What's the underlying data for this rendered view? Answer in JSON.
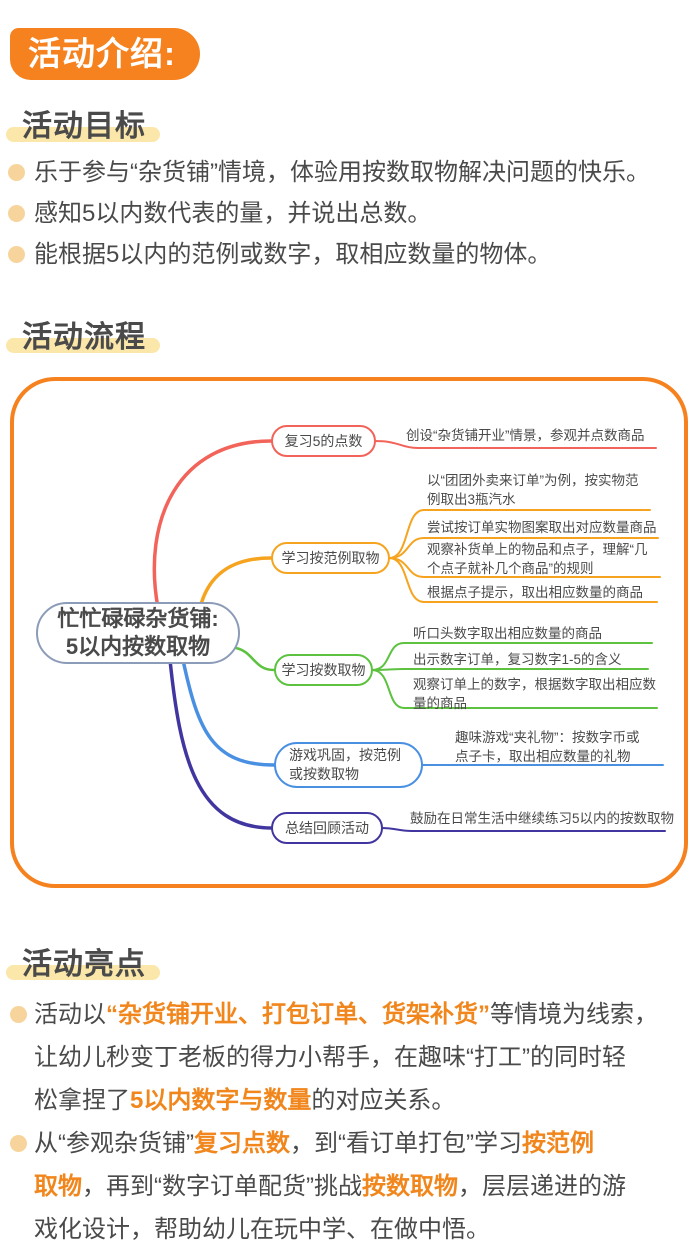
{
  "badge": {
    "label": "活动介绍:"
  },
  "colors": {
    "orange": "#F5821E",
    "accent": "#F0861C",
    "bullet": "#F7D49C",
    "bar": "#FBE7A9",
    "text": "#4A4A4A",
    "red": "#F2635A",
    "branch_orange": "#F6A41F",
    "green": "#5CC23F",
    "blue": "#4A90E2",
    "indigo": "#4136A0",
    "root_border": "#8C9CB8"
  },
  "sections": {
    "goals": {
      "title": "活动目标",
      "bullets": [
        "乐于参与“杂货铺”情境，体验用按数取物解决问题的快乐。",
        "感知5以内数代表的量，并说出总数。",
        "能根据5以内的范例或数字，取相应数量的物体。"
      ]
    },
    "process": {
      "title": "活动流程",
      "mindmap": {
        "root": "忙忙碌碌杂货铺:\n5以内按数取物",
        "branches": [
          {
            "label": "复习5的点数",
            "color": "#F2635A",
            "leaves": [
              "创设“杂货铺开业”情景，参观并点数商品"
            ]
          },
          {
            "label": "学习按范例取物",
            "color": "#F6A41F",
            "leaves": [
              "以“团团外卖来订单”为例，按实物范\n例取出3瓶汽水",
              "尝试按订单实物图案取出对应数量商品",
              "观察补货单上的物品和点子，理解“几\n个点子就补几个商品”的规则",
              "根据点子提示，取出相应数量的商品"
            ]
          },
          {
            "label": "学习按数取物",
            "color": "#5CC23F",
            "leaves": [
              "听口头数字取出相应数量的商品",
              "出示数字订单，复习数字1-5的含义",
              "观察订单上的数字，根据数字取出相应数\n量的商品"
            ]
          },
          {
            "label": "游戏巩固，按范例\n或按数取物",
            "color": "#4A90E2",
            "leaves": [
              "趣味游戏“夹礼物”：按数字币或\n点子卡，取出相应数量的礼物"
            ]
          },
          {
            "label": "总结回顾活动",
            "color": "#4136A0",
            "leaves": [
              "鼓励在日常生活中继续练习5以内的按数取物"
            ]
          }
        ]
      }
    },
    "highlights": {
      "title": "活动亮点",
      "paragraphs": [
        {
          "lines": [
            [
              {
                "t": "活动以",
                "hl": false
              },
              {
                "t": "“杂货铺开业、打包订单、货架补货”",
                "hl": true
              },
              {
                "t": "等情境为线索，",
                "hl": false
              }
            ],
            [
              {
                "t": "让幼儿秒变丁老板的得力小帮手，在趣味“打工”的同时轻",
                "hl": false
              }
            ],
            [
              {
                "t": "松拿捏了",
                "hl": false
              },
              {
                "t": "5以内数字与数量",
                "hl": true
              },
              {
                "t": "的对应关系。",
                "hl": false
              }
            ]
          ]
        },
        {
          "lines": [
            [
              {
                "t": "从“参观杂货铺”",
                "hl": false
              },
              {
                "t": "复习点数",
                "hl": true
              },
              {
                "t": "，到“看订单打包”学习",
                "hl": false
              },
              {
                "t": "按范例",
                "hl": true
              }
            ],
            [
              {
                "t": "取物",
                "hl": true
              },
              {
                "t": "，再到“数字订单配货”挑战",
                "hl": false
              },
              {
                "t": "按数取物",
                "hl": true
              },
              {
                "t": "，层层递进的游",
                "hl": false
              }
            ],
            [
              {
                "t": "戏化设计，帮助幼儿在玩中学、在做中悟。",
                "hl": false
              }
            ]
          ]
        }
      ]
    }
  }
}
